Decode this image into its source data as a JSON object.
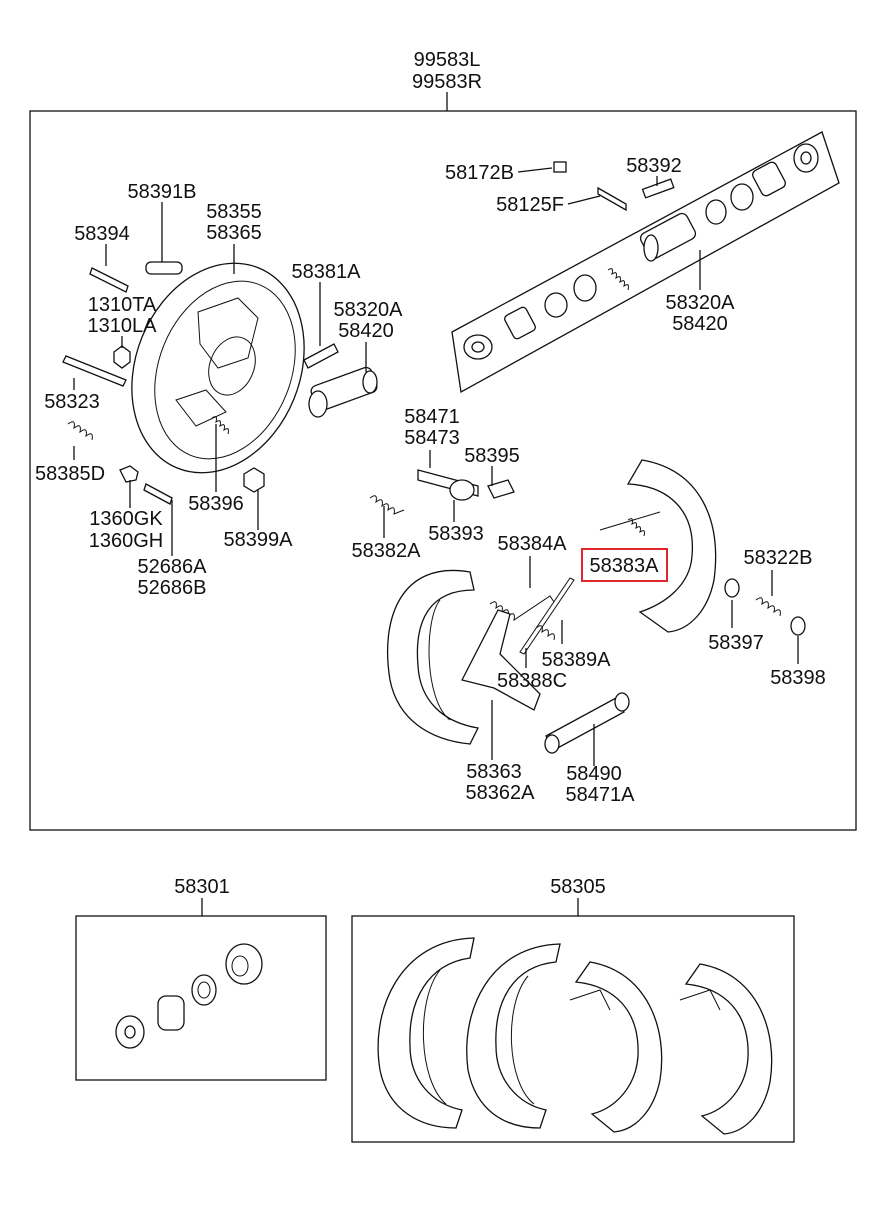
{
  "assembly": {
    "labels": [
      "99583L",
      "99583R"
    ]
  },
  "parts": [
    {
      "id": "p1",
      "lines": [
        "58172B"
      ]
    },
    {
      "id": "p2",
      "lines": [
        "58392"
      ]
    },
    {
      "id": "p3",
      "lines": [
        "58125F"
      ]
    },
    {
      "id": "p4",
      "lines": [
        "58320A",
        "58420"
      ]
    },
    {
      "id": "p5",
      "lines": [
        "58391B"
      ]
    },
    {
      "id": "p6",
      "lines": [
        "58355",
        "58365"
      ]
    },
    {
      "id": "p7",
      "lines": [
        "58394"
      ]
    },
    {
      "id": "p8",
      "lines": [
        "58381A"
      ]
    },
    {
      "id": "p9",
      "lines": [
        "1310TA",
        "1310LA"
      ]
    },
    {
      "id": "p10",
      "lines": [
        "58320A",
        "58420"
      ]
    },
    {
      "id": "p11",
      "lines": [
        "58323"
      ]
    },
    {
      "id": "p12",
      "lines": [
        "58385D"
      ]
    },
    {
      "id": "p13",
      "lines": [
        "58396"
      ]
    },
    {
      "id": "p14",
      "lines": [
        "58399A"
      ]
    },
    {
      "id": "p15",
      "lines": [
        "1360GK",
        "1360GH"
      ]
    },
    {
      "id": "p16",
      "lines": [
        "52686A",
        "52686B"
      ]
    },
    {
      "id": "p17",
      "lines": [
        "58471",
        "58473"
      ]
    },
    {
      "id": "p18",
      "lines": [
        "58395"
      ]
    },
    {
      "id": "p19",
      "lines": [
        "58393"
      ]
    },
    {
      "id": "p20",
      "lines": [
        "58382A"
      ]
    },
    {
      "id": "p21",
      "lines": [
        "58384A"
      ]
    },
    {
      "id": "p22",
      "lines": [
        "58383A"
      ],
      "highlighted": true
    },
    {
      "id": "p23",
      "lines": [
        "58322B"
      ]
    },
    {
      "id": "p24",
      "lines": [
        "58397"
      ]
    },
    {
      "id": "p25",
      "lines": [
        "58398"
      ]
    },
    {
      "id": "p26",
      "lines": [
        "58389A"
      ]
    },
    {
      "id": "p27",
      "lines": [
        "58388C"
      ]
    },
    {
      "id": "p28",
      "lines": [
        "58363",
        "58362A"
      ]
    },
    {
      "id": "p29",
      "lines": [
        "58490",
        "58471A"
      ]
    }
  ],
  "kits": [
    {
      "id": "k1",
      "label": "58301"
    },
    {
      "id": "k2",
      "label": "58305"
    }
  ],
  "colors": {
    "line": "#111111",
    "highlight": "#e0262a",
    "background": "#ffffff"
  }
}
